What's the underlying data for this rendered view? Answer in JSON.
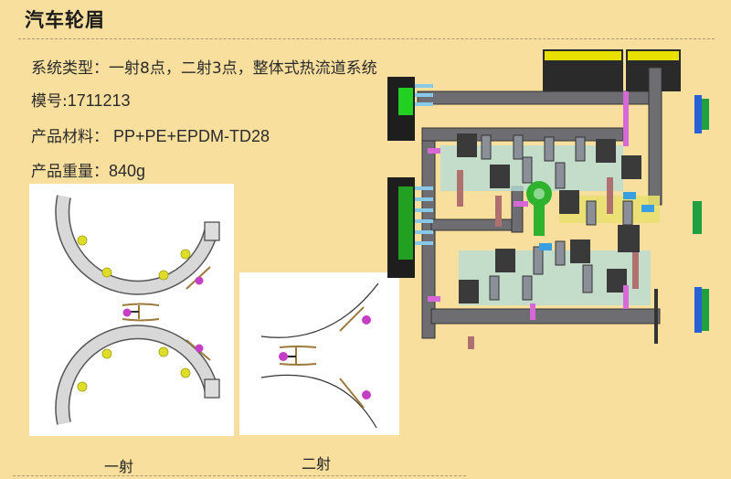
{
  "page": {
    "title": "汽车轮眉",
    "background": "#f8df9e"
  },
  "specs": [
    {
      "label": "系统类型：",
      "value": "一射8点，二射3点，整体式热流道系统"
    },
    {
      "label": "模号:",
      "value": "1711213"
    },
    {
      "label": "产品材料：",
      "value": " PP+PE+EPDM-TD28"
    },
    {
      "label": "产品重量：",
      "value": "840g"
    }
  ],
  "figures": {
    "first_shot": {
      "caption": "一射",
      "gate_count": 8,
      "gate_color": "#d8d820",
      "valve_color": "#c040c0"
    },
    "second_shot": {
      "caption": "二射",
      "gate_count": 3,
      "valve_color": "#c040c0"
    },
    "hot_runner_model": {
      "name": "hot-runner-system-3d-model"
    }
  }
}
